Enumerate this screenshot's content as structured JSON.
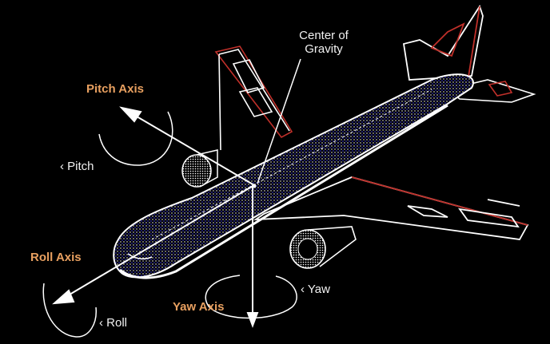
{
  "labels": {
    "center_of_gravity_line1": "Center of",
    "center_of_gravity_line2": "Gravity",
    "pitch_axis": "Pitch  Axis",
    "pitch": "Pitch",
    "roll_axis": "Roll  Axis",
    "roll": "Roll",
    "yaw_axis": "Yaw  Axis",
    "yaw": "Yaw"
  },
  "colors": {
    "background": "#000000",
    "aircraft_outline": "#ffffff",
    "aircraft_shading": "#2b2bb0",
    "axis_label": "#e8a060",
    "accent_red": "#c0302a"
  }
}
